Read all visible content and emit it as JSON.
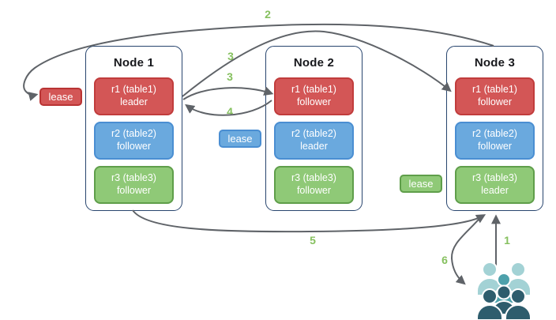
{
  "nodes": [
    {
      "title": "Node 1",
      "replicas": [
        {
          "name": "r1 (table1)",
          "role": "leader",
          "color_key": "red"
        },
        {
          "name": "r2 (table2)",
          "role": "follower",
          "color_key": "blue"
        },
        {
          "name": "r3 (table3)",
          "role": "follower",
          "color_key": "green"
        }
      ]
    },
    {
      "title": "Node 2",
      "replicas": [
        {
          "name": "r1 (table1)",
          "role": "follower",
          "color_key": "red"
        },
        {
          "name": "r2 (table2)",
          "role": "leader",
          "color_key": "blue"
        },
        {
          "name": "r3 (table3)",
          "role": "follower",
          "color_key": "green"
        }
      ]
    },
    {
      "title": "Node 3",
      "replicas": [
        {
          "name": "r1 (table1)",
          "role": "follower",
          "color_key": "red"
        },
        {
          "name": "r2 (table2)",
          "role": "follower",
          "color_key": "blue"
        },
        {
          "name": "r3 (table3)",
          "role": "leader",
          "color_key": "green"
        }
      ]
    }
  ],
  "leases": [
    {
      "label": "lease",
      "color_key": "red"
    },
    {
      "label": "lease",
      "color_key": "blue"
    },
    {
      "label": "lease",
      "color_key": "green"
    }
  ],
  "arrow_labels": {
    "a1": "1",
    "a2": "2",
    "a3_outer": "3",
    "a3_inner": "3",
    "a4": "4",
    "a5": "5",
    "a6": "6"
  },
  "colors": {
    "red": "#d35656",
    "red_border": "#c13c3c",
    "blue": "#6aa9de",
    "blue_border": "#4a8ed2",
    "green": "#8fc977",
    "green_border": "#5f9e4a",
    "node_border": "#28456e",
    "arrow_gray": "#5f6368",
    "step_label_green": "#86c05f",
    "people_light_teal": "#a3d2d5",
    "people_medium_teal": "#4da1ab",
    "people_dark_slate": "#2e5d6d"
  }
}
